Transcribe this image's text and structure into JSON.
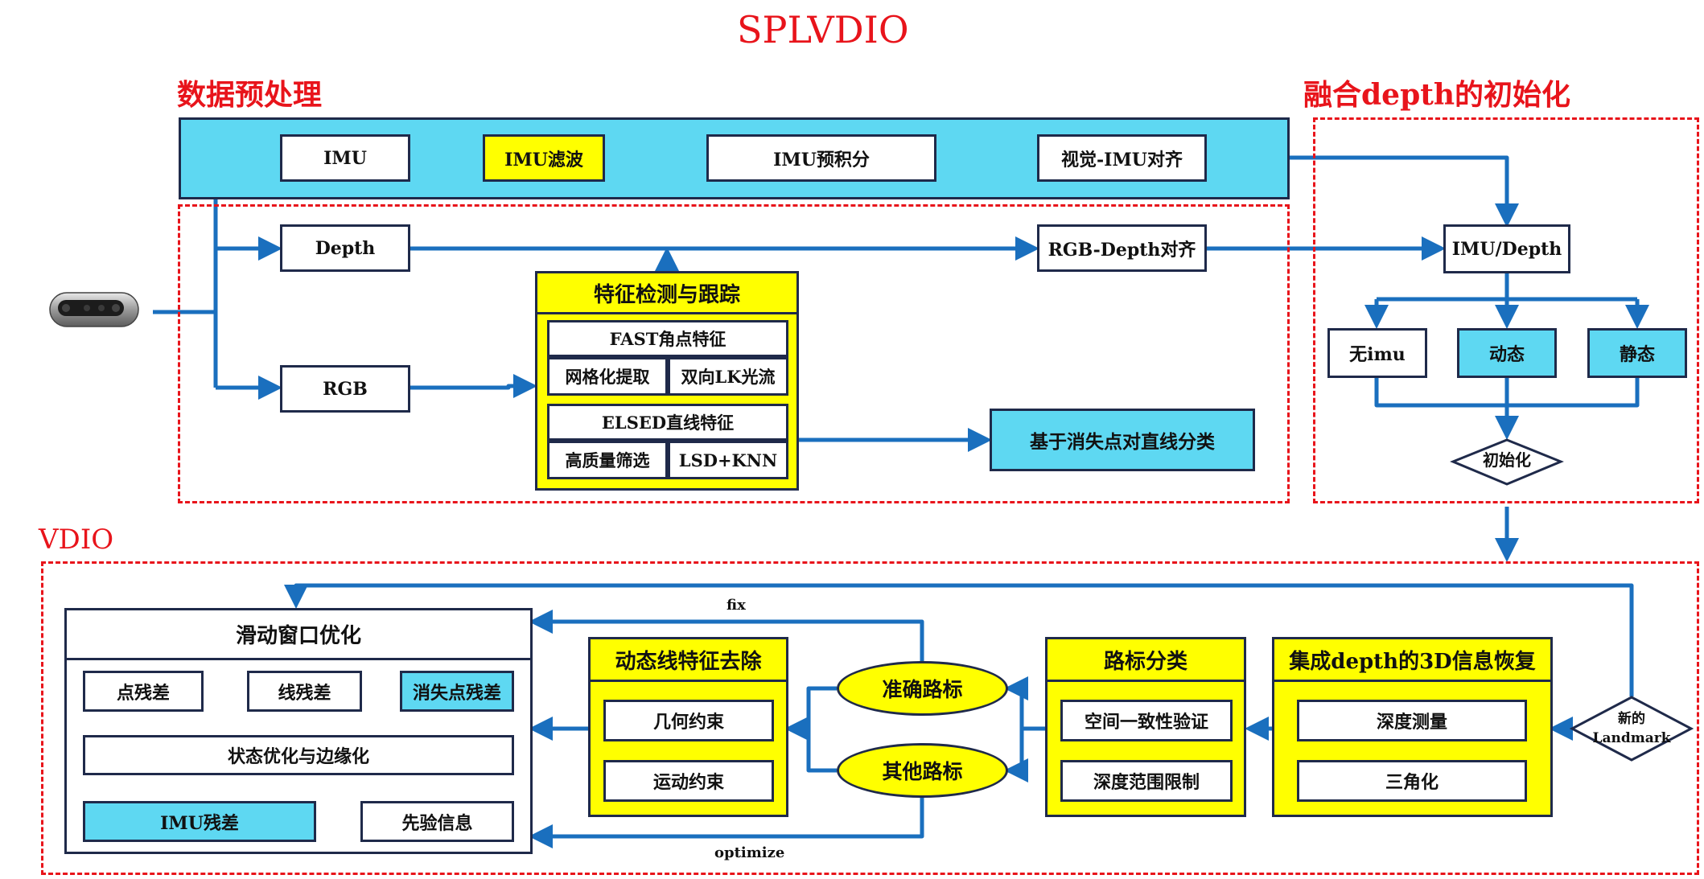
{
  "title": "SPLVDIO",
  "regions": {
    "preprocess": "数据预处理",
    "init": "融合depth的初始化",
    "vdio": "VDIO"
  },
  "colors": {
    "accent_red": "#e8141b",
    "cyan": "#5ed8f2",
    "yellow": "#ffff00",
    "arrow_blue": "#1a6fbe",
    "border": "#1f2a4a"
  },
  "preprocess": {
    "imu_row": [
      "IMU",
      "IMU滤波",
      "IMU预积分",
      "视觉-IMU对齐"
    ],
    "depth": "Depth",
    "rgb_depth_align": "RGB-Depth对齐",
    "rgb": "RGB",
    "feature": {
      "title": "特征检测与跟踪",
      "fast": "FAST角点特征",
      "grid": "网格化提取",
      "lk": "双向LK光流",
      "elsed": "ELSED直线特征",
      "hq": "高质量筛选",
      "lsd": "LSD+KNN"
    },
    "vp_classify": "基于消失点对直线分类"
  },
  "init": {
    "imu_depth": "IMU/Depth",
    "no_imu": "无imu",
    "dynamic": "动态",
    "static": "静态",
    "init_node": "初始化"
  },
  "vdio": {
    "recovery": {
      "title": "集成depth的3D信息恢复",
      "items": [
        "深度测量",
        "三角化"
      ]
    },
    "new_landmark": [
      "新的",
      "Landmark"
    ],
    "classify": {
      "title": "路标分类",
      "items": [
        "空间一致性验证",
        "深度范围限制"
      ]
    },
    "accurate": "准确路标",
    "other": "其他路标",
    "dyn_removal": {
      "title": "动态线特征去除",
      "items": [
        "几何约束",
        "运动约束"
      ]
    },
    "window": {
      "title": "滑动窗口优化",
      "point": "点残差",
      "line": "线残差",
      "vp": "消失点残差",
      "state": "状态优化与边缘化",
      "imu": "IMU残差",
      "prior": "先验信息"
    },
    "fix_label": "fix",
    "optimize_label": "optimize"
  }
}
